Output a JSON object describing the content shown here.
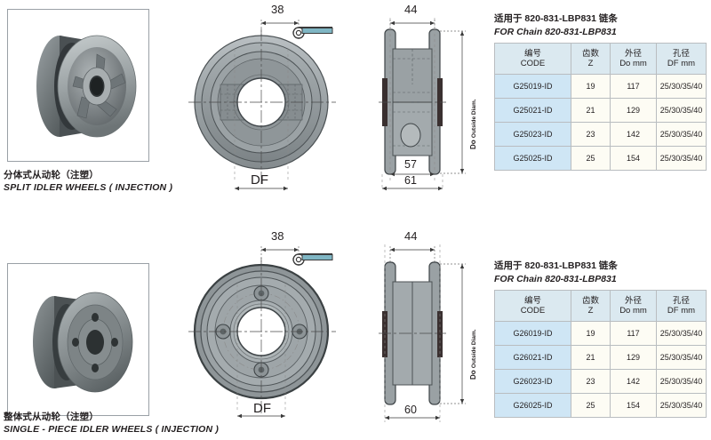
{
  "sections": [
    {
      "id": "split",
      "caption_cn": "分体式从动轮（注塑）",
      "caption_en": "SPLIT IDLER WHEELS ( INJECTION )",
      "photo_alt": "split-idler-wheel-photo",
      "dimensions": {
        "front_width": "38",
        "front_bore": "DF",
        "side_top": "44",
        "side_inner": "57",
        "side_outer": "61",
        "diameter_label": "Do",
        "diameter_label_sub": "Outside Diam."
      },
      "table": {
        "title_cn": "适用于 820-831-LBP831 链条",
        "title_en": "FOR Chain 820-831-LBP831",
        "headers": [
          {
            "cn": "编号",
            "en": "CODE"
          },
          {
            "cn": "齿数",
            "en": "Z"
          },
          {
            "cn": "外径",
            "en": "Do mm"
          },
          {
            "cn": "孔径",
            "en": "DF mm"
          }
        ],
        "rows": [
          {
            "code": "G25019-ID",
            "z": "19",
            "do": "117",
            "df": "25/30/35/40"
          },
          {
            "code": "G25021-ID",
            "z": "21",
            "do": "129",
            "df": "25/30/35/40"
          },
          {
            "code": "G25023-ID",
            "z": "23",
            "do": "142",
            "df": "25/30/35/40"
          },
          {
            "code": "G25025-ID",
            "z": "25",
            "do": "154",
            "df": "25/30/35/40"
          }
        ]
      }
    },
    {
      "id": "single",
      "caption_cn": "整体式从动轮（注塑）",
      "caption_en": "SINGLE - PIECE IDLER WHEELS ( INJECTION )",
      "photo_alt": "single-piece-idler-wheel-photo",
      "dimensions": {
        "front_width": "38",
        "front_bore": "DF",
        "side_top": "44",
        "side_outer": "60",
        "diameter_label": "Do",
        "diameter_label_sub": "Outside Diam."
      },
      "table": {
        "title_cn": "适用于 820-831-LBP831 链条",
        "title_en": "FOR Chain 820-831-LBP831",
        "headers": [
          {
            "cn": "编号",
            "en": "CODE"
          },
          {
            "cn": "齿数",
            "en": "Z"
          },
          {
            "cn": "外径",
            "en": "Do mm"
          },
          {
            "cn": "孔径",
            "en": "DF mm"
          }
        ],
        "rows": [
          {
            "code": "G26019-ID",
            "z": "19",
            "do": "117",
            "df": "25/30/35/40"
          },
          {
            "code": "G26021-ID",
            "z": "21",
            "do": "129",
            "df": "25/30/35/40"
          },
          {
            "code": "G26023-ID",
            "z": "23",
            "do": "142",
            "df": "25/30/35/40"
          },
          {
            "code": "G26025-ID",
            "z": "25",
            "do": "154",
            "df": "25/30/35/40"
          }
        ]
      }
    }
  ],
  "colors": {
    "header_fill": "#dbe9f0",
    "code_fill": "#cfe6f5",
    "cell_fill": "#fdfcf4",
    "border": "#b9bdc0",
    "ink": "#231f20",
    "metal_light": "#b6bcbf",
    "metal_mid": "#8e9598",
    "metal_dark": "#3f4447"
  }
}
